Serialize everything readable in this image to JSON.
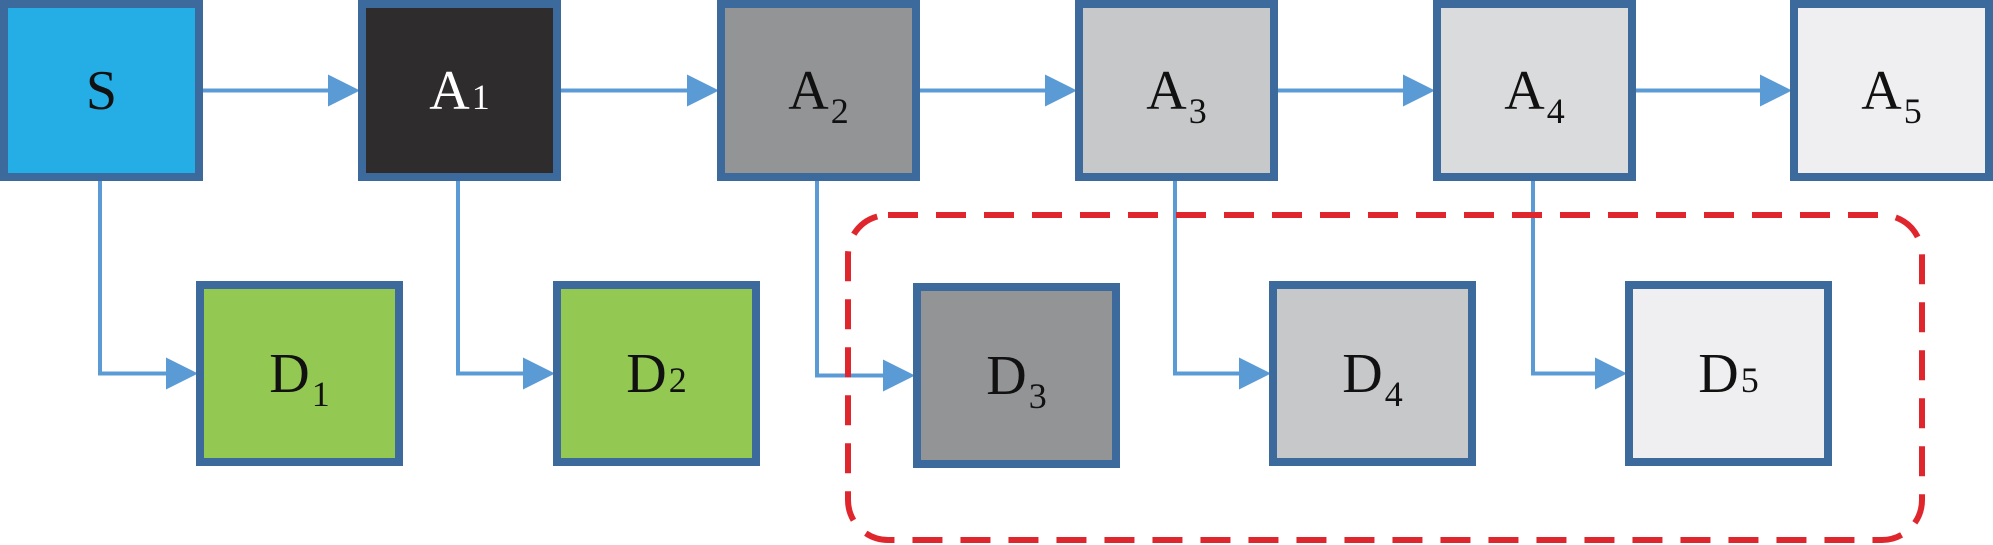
{
  "colors": {
    "border": "#3d6a9c",
    "arrow": "#5b9bd5",
    "highlight": "#e0262d",
    "start": "#25aee6",
    "a1": "#2e2c2d",
    "a2": "#939496",
    "a3": "#c7c8ca",
    "a4": "#dadbdd",
    "a5": "#efeff1",
    "d_green": "#93c853"
  },
  "nodes": {
    "S": {
      "main": "S",
      "sub": ""
    },
    "A1": {
      "main": "A",
      "sub": "1"
    },
    "A2": {
      "main": "A",
      "sub": "2"
    },
    "A3": {
      "main": "A",
      "sub": "3"
    },
    "A4": {
      "main": "A",
      "sub": "4"
    },
    "A5": {
      "main": "A",
      "sub": "5"
    },
    "D1": {
      "main": "D",
      "sub": "1"
    },
    "D2": {
      "main": "D",
      "sub": "2"
    },
    "D3": {
      "main": "D",
      "sub": "3"
    },
    "D4": {
      "main": "D",
      "sub": "4"
    },
    "D5": {
      "main": "D",
      "sub": "5"
    }
  },
  "edges": [
    {
      "from": "S",
      "to": "A1"
    },
    {
      "from": "A1",
      "to": "A2"
    },
    {
      "from": "A2",
      "to": "A3"
    },
    {
      "from": "A3",
      "to": "A4"
    },
    {
      "from": "A4",
      "to": "A5"
    },
    {
      "from": "S",
      "to": "D1"
    },
    {
      "from": "A1",
      "to": "D2"
    },
    {
      "from": "A2",
      "to": "D3"
    },
    {
      "from": "A3",
      "to": "D4"
    },
    {
      "from": "A4",
      "to": "D5"
    }
  ],
  "highlight_group": [
    "D3",
    "D4",
    "D5"
  ]
}
